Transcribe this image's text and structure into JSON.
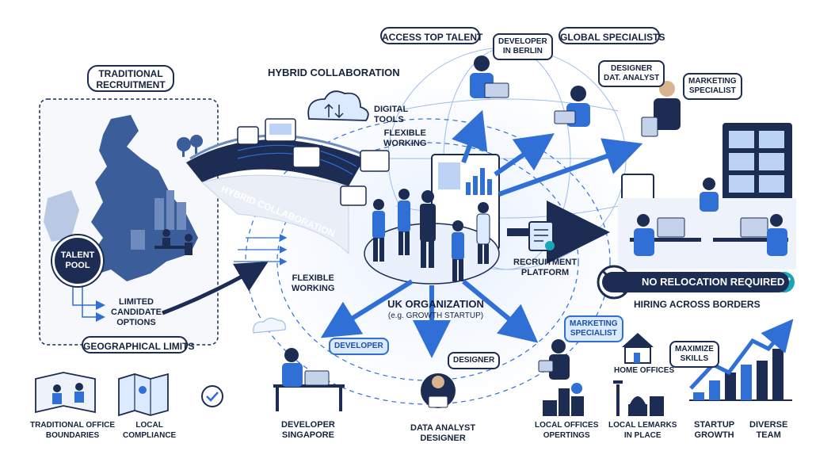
{
  "labels": {
    "traditional_recruitment": "TRADITIONAL\nRECRUITMENT",
    "hybrid_collaboration_top": "HYBRID COLLABORATION",
    "access_top_talent": "ACCESS TOP TALENT",
    "developer_berlin": "DEVELOPER\nIN BERLIN",
    "global_specialists": "GLOBAL SPECIALISTS",
    "designer_data_analyst": "DESIGNER\nDAT. ANALYST",
    "marketing_specialist_top": "MARKETING\nSPECIALIST",
    "digital_tools": "DIGITAL\nTOOLS",
    "flexible_working_top": "FLEXIBLE\nWORKING",
    "bridge_text": "HYBRID COLLABORATION",
    "talent_pool": "TALENT\nPOOL",
    "limited_candidate_options": "LIMITED\nCANDIDATE\nOPTIONS",
    "geographical_limits": "GEOGRAPHICAL LIMITS",
    "flexible_working_mid": "FLEXIBLE\nWORKING",
    "uk_organization": "UK ORGANIZATION",
    "uk_organization_sub": "(e.g. GROWTH STARTUP)",
    "recruitment_platform": "RECRUITMENT\nPLATFORM",
    "no_relocation_required": "NO RELOCATION REQUIRED",
    "hiring_across_borders": "HIRING ACROSS BORDERS",
    "developer_bubble": "DEVELOPER",
    "designer_bubble": "DESIGNER",
    "marketing_specialist_bottom": "MARKETING\nSPECIALIST",
    "home_offices": "HOME OFFICES",
    "maximize_skills": "MAXIMIZE\nSKILLS",
    "traditional_office_boundaries": "TRADITIONAL OFFICE\nBOUNDARIES",
    "local_compliance": "LOCAL\nCOMPLIANCE",
    "developer_singapore": "DEVELOPER\nSINGAPORE",
    "data_analyst_designer": "DATA ANALYST\nDESIGNER",
    "local_offices_openings": "LOCAL OFFICES\nOPERTINGS",
    "local_landmarks": "LOCAL LEMARKS\nIN PLACE",
    "startup_growth": "STARTUP\nGROWTH",
    "diverse_team": "DIVERSE\nTEAM"
  },
  "colors": {
    "navy": "#1c2c52",
    "blue": "#2f6fd6",
    "light_blue": "#dbeaff",
    "teal_check": "#1aa6b7",
    "map_blue": "#3b5d9a"
  },
  "icons": [
    "check-icon",
    "no-truck-icon",
    "document-icon",
    "cloud-icon",
    "house-icon",
    "map-icon",
    "chart-icon"
  ]
}
